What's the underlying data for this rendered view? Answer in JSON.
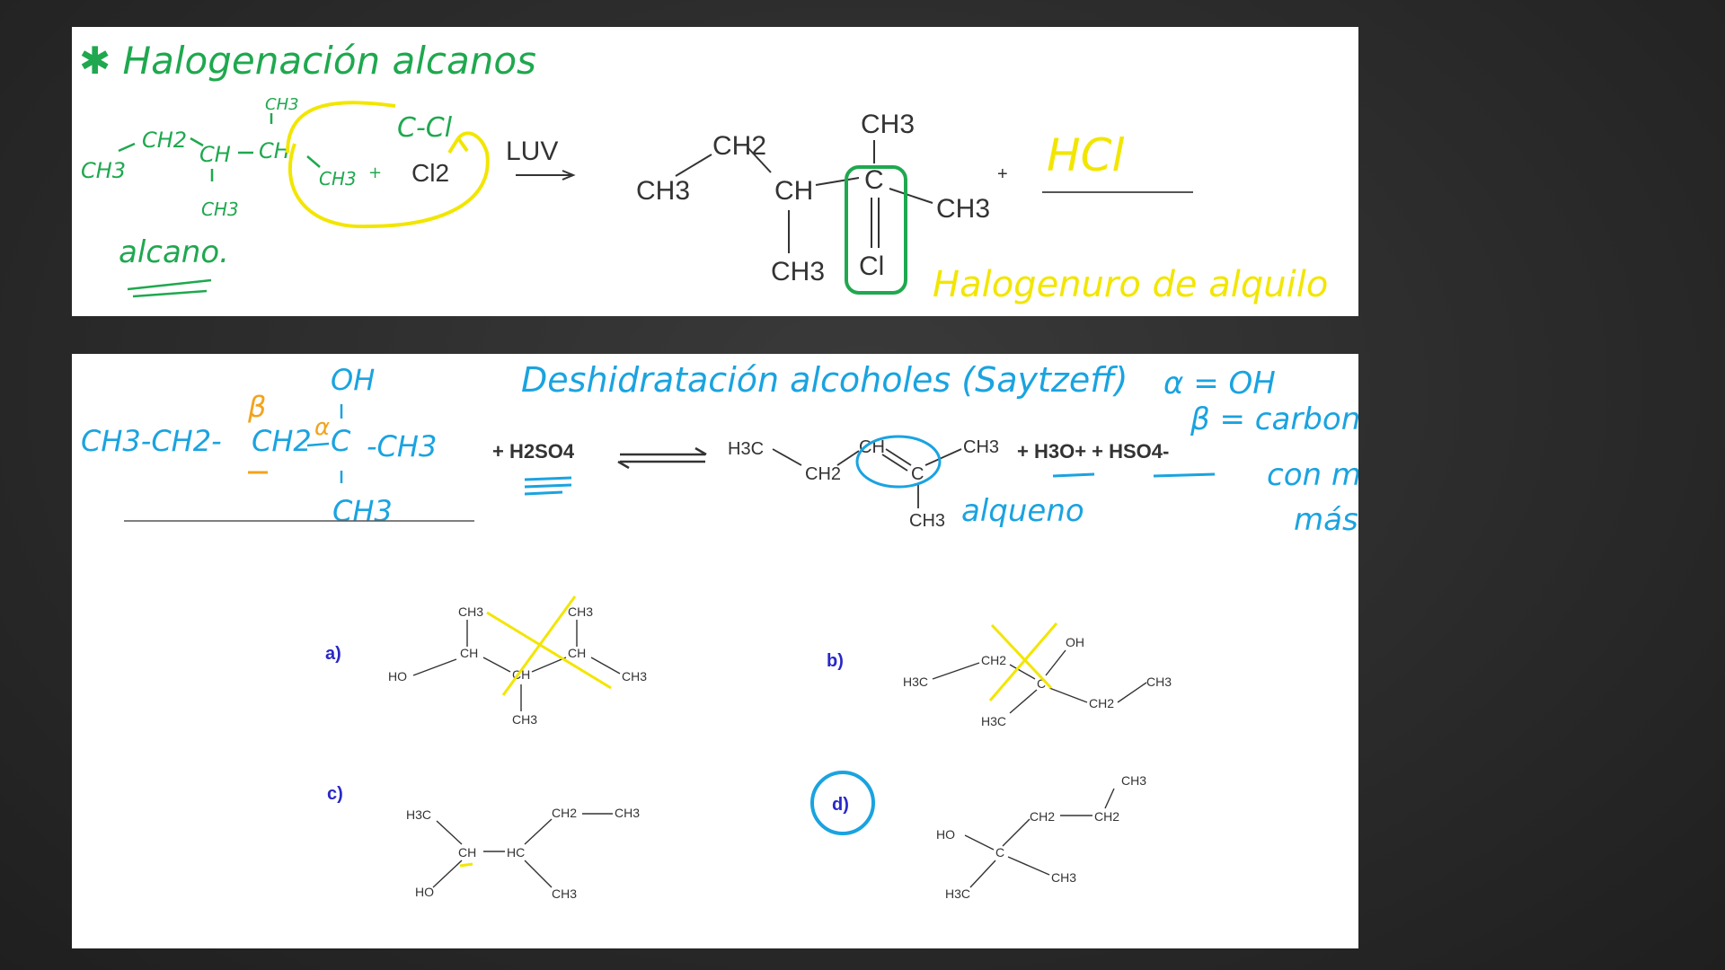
{
  "colors": {
    "green": "#1fa84f",
    "yellow": "#f2e600",
    "blue": "#1aa3e0",
    "orange": "#f2a31c",
    "dark": "#333333",
    "label_blue": "#2828c8"
  },
  "top": {
    "title": "✱ Halogenación alcanos",
    "reactant": {
      "ch3_left": "CH3",
      "ch2": "CH2",
      "ch_mid": "CH",
      "ch_right": "CH",
      "ch3_top": "CH3",
      "ch3_bottom": "CH3",
      "ch3_end": "CH3",
      "plus": "+"
    },
    "cl2": "Cl2",
    "h_cl": "C-Cl",
    "alcano_label": "alcano.",
    "arrow_label": "LUV",
    "product": {
      "ch2": "CH2",
      "ch3_left": "CH3",
      "ch": "CH",
      "ch3_top": "CH3",
      "c": "C",
      "ch3_right": "CH3",
      "ch3_bottom": "CH3",
      "cl": "Cl"
    },
    "plus": "+",
    "hcl": "HCl",
    "halogenuro_label": "Halogenuro de alquilo"
  },
  "bottom": {
    "title": "Deshidratación alcoholes (Saytzeff)",
    "reactant": {
      "oh": "OH",
      "chain_left": "CH3-CH2-",
      "ch2": "CH2",
      "c": "C",
      "ch3_right": "-CH3",
      "ch3_below": "CH3",
      "beta": "β",
      "alpha": "α"
    },
    "reagent": "+ H2SO4",
    "product": {
      "h3c": "H3C",
      "ch2": "CH2",
      "ch": "CH",
      "c": "C",
      "ch3_top": "CH3",
      "ch3_bottom": "CH3"
    },
    "byproducts": "+ H3O+ + HSO4-",
    "alqueno_label": "alqueno",
    "notes": [
      "α = OH",
      "β = carbono vecino al α",
      "con menos \"H\" o",
      "más grupos \"R\""
    ],
    "exercises": {
      "a": {
        "label": "a)",
        "ch3_a": "CH3",
        "ch3_b": "CH3",
        "ch_a": "CH",
        "ch_b": "CH",
        "ch_c": "CH",
        "ho": "HO",
        "ch3_r": "CH3",
        "ch3_d": "CH3"
      },
      "b": {
        "label": "b)",
        "h3c": "H3C",
        "ch2_a": "CH2",
        "oh": "OH",
        "c": "C",
        "ch3": "CH3",
        "ch2_b": "CH2",
        "h3c_b": "H3C"
      },
      "c": {
        "label": "c)",
        "h3c": "H3C",
        "ch": "CH",
        "hc": "HC",
        "ch2": "CH2",
        "ch3": "CH3",
        "ho": "HO",
        "ch3_b": "CH3"
      },
      "d": {
        "label": "d)",
        "ch3": "CH3",
        "ch2_a": "CH2",
        "ch2_b": "CH2",
        "ho": "HO",
        "c": "C",
        "ch3_b": "CH3",
        "h3c": "H3C"
      }
    }
  }
}
